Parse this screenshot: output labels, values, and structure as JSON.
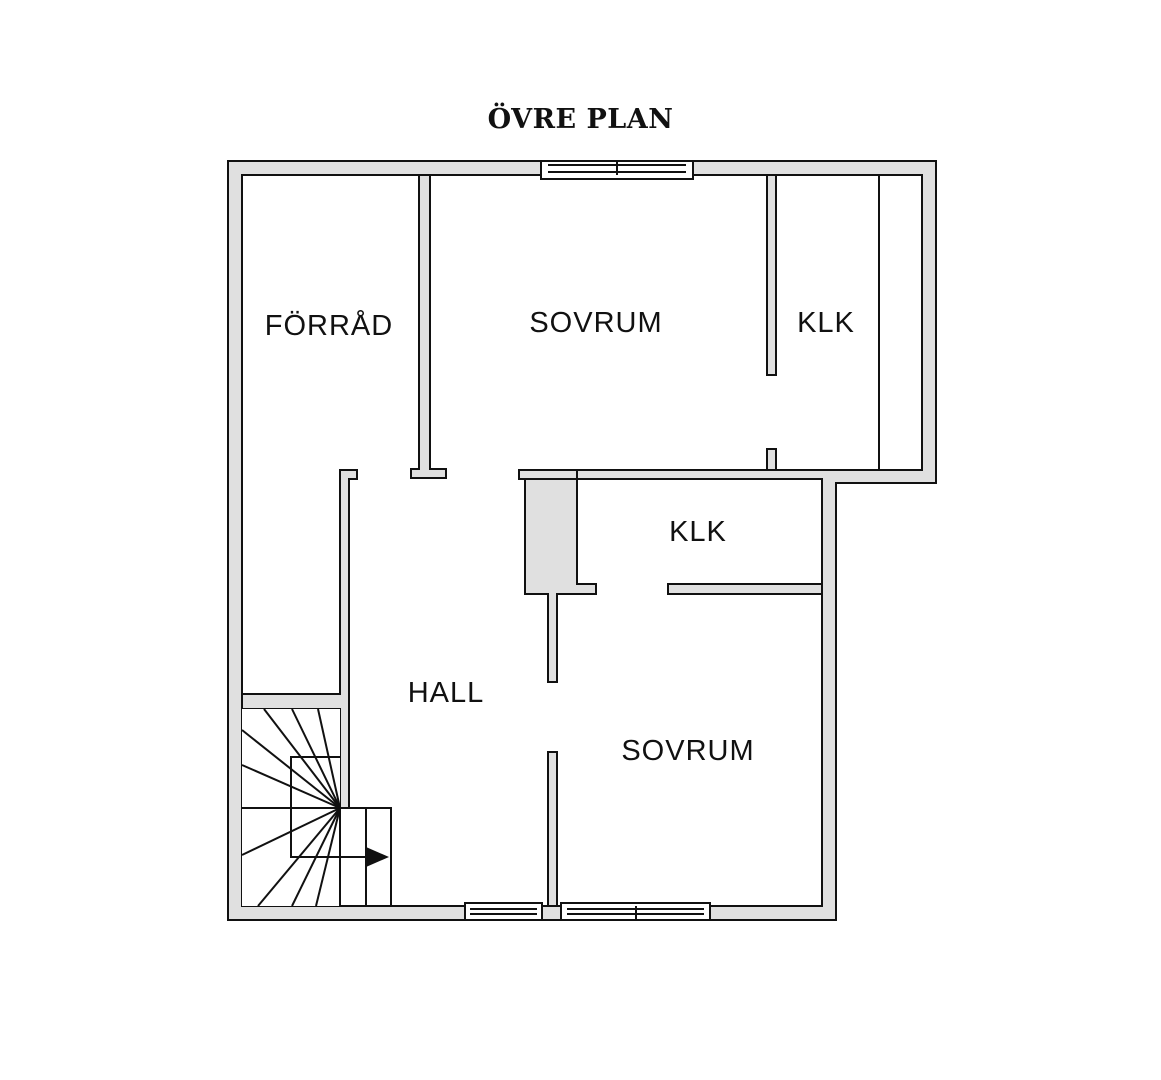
{
  "title": "ÖVRE PLAN",
  "rooms": {
    "forrad": "FÖRRÅD",
    "sovrum_top": "SOVRUM",
    "klk_top": "KLK",
    "klk_middle": "KLK",
    "hall": "HALL",
    "sovrum_bottom": "SOVRUM"
  },
  "colors": {
    "wall_fill": "#e0e0e0",
    "line": "#111111",
    "background": "#ffffff"
  },
  "icons": {
    "stair_direction": "arrow-right-icon"
  }
}
